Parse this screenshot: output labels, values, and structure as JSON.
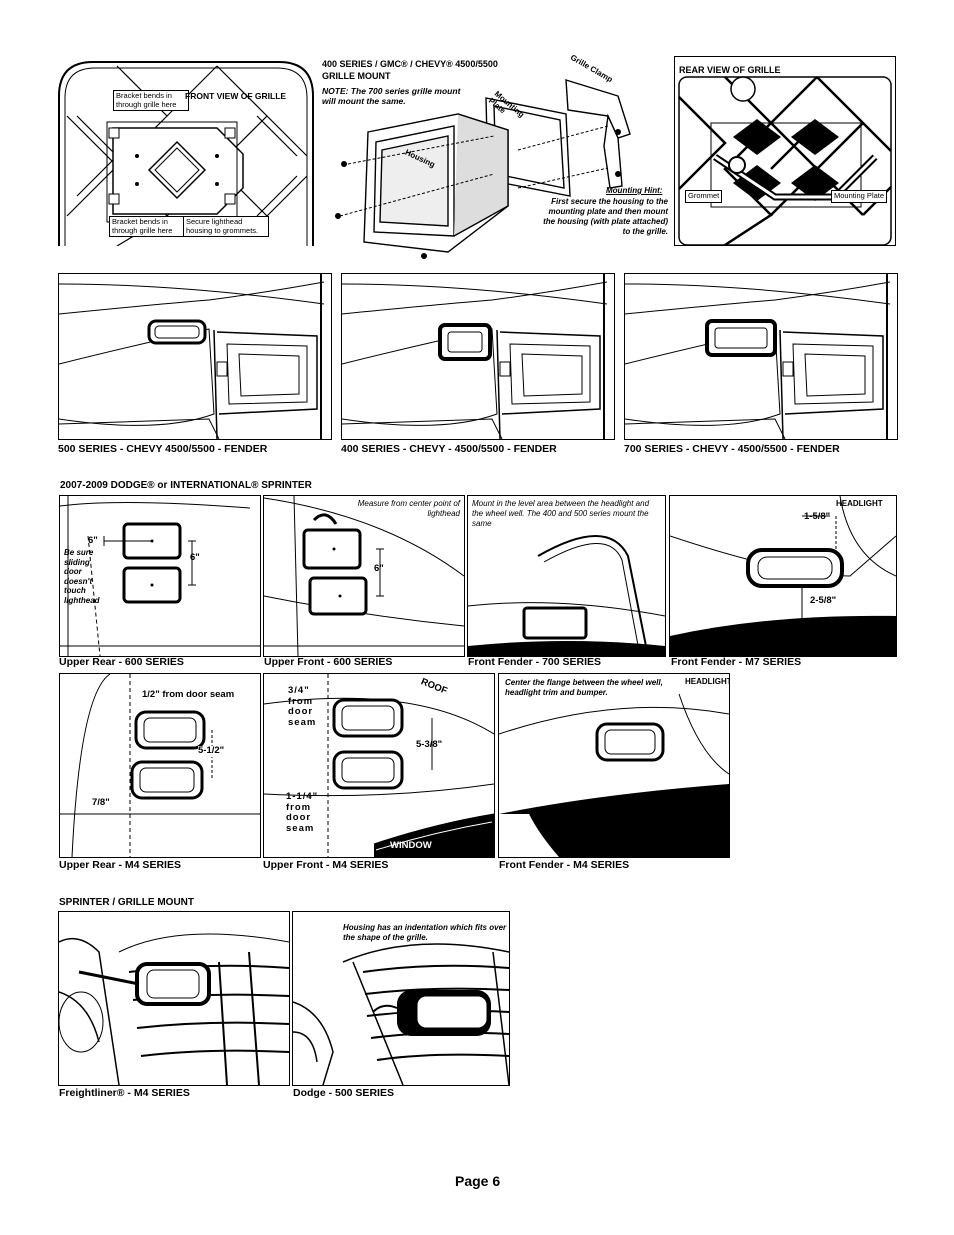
{
  "top": {
    "front_grille": {
      "title": "FRONT VIEW  OF GRILLE",
      "label_bracket_top": "Bracket  bends  in through grille here",
      "label_bracket_bottom": "Bracket  bends  in through grille here",
      "label_secure": "Secure lighthead housing to grommets."
    },
    "mount": {
      "title_line1": "400 SERIES / GMC® / CHEVY® 4500/5500",
      "title_line2": "GRILLE MOUNT",
      "note": "NOTE: The 700 series grille mount will mount the same.",
      "label_clamp": "Grille Clamp",
      "label_plate": "Mounting Plate",
      "label_housing": "Housing",
      "hint_title": "Mounting Hint:",
      "hint_text": "First secure the housing to the mounting plate and then mount the housing (with plate attached) to the grille."
    },
    "rear_grille": {
      "title": "REAR VIEW  OF GRILLE",
      "label_grommet": "Grommet",
      "label_plate": "Mounting Plate"
    }
  },
  "chevy": {
    "captions": [
      "500 SERIES - CHEVY  4500/5500 - FENDER",
      "400 SERIES - CHEVY - 4500/5500 - FENDER",
      "700 SERIES - CHEVY - 4500/5500 - FENDER"
    ]
  },
  "sprinter": {
    "heading": "2007-2009 DODGE® or INTERNATIONAL®  SPRINTER",
    "p1": {
      "caption": "Upper Rear - 600 SERIES",
      "dim_h": "6\"",
      "dim_v": "6\"",
      "note": "Be sure sliding door doesn't touch lighthead"
    },
    "p2": {
      "caption": "Upper Front - 600 SERIES",
      "note": "Measure from center point of lighthead",
      "dim_v": "6\""
    },
    "p3": {
      "caption": "Front Fender - 700 SERIES",
      "note": "Mount in the level area between the headlight and the wheel well. The 400 and 500 series mount the same"
    },
    "p4": {
      "caption": "Front Fender - M7 SERIES",
      "label": "HEADLIGHT",
      "dim_top": "1-5/8\"",
      "dim_bottom": "2-5/8\""
    },
    "p5": {
      "caption": "Upper Rear - M4 SERIES",
      "dim_seam": "1/2\" from door seam",
      "dim_v": "5-1/2\"",
      "dim_h": "7/8\""
    },
    "p6": {
      "caption": "Upper Front - M4 SERIES",
      "dim_top": "3/4\" from door seam",
      "dim_v": "5-3/8\"",
      "dim_bottom": "1-1/4\" from door seam",
      "label_roof": "ROOF",
      "label_window": "WINDOW"
    },
    "p7": {
      "caption": "Front Fender  - M4 SERIES",
      "note": "Center the flange between the wheel well, headlight trim and bumper.",
      "label": "HEADLIGHT"
    }
  },
  "grille_mount": {
    "heading": "SPRINTER / GRILLE MOUNT",
    "p1": {
      "caption": "Freightliner® - M4 SERIES"
    },
    "p2": {
      "caption": "Dodge - 500 SERIES",
      "note": "Housing has an indentation which fits over the shape of the grille."
    }
  },
  "footer": {
    "page": "Page 6"
  }
}
